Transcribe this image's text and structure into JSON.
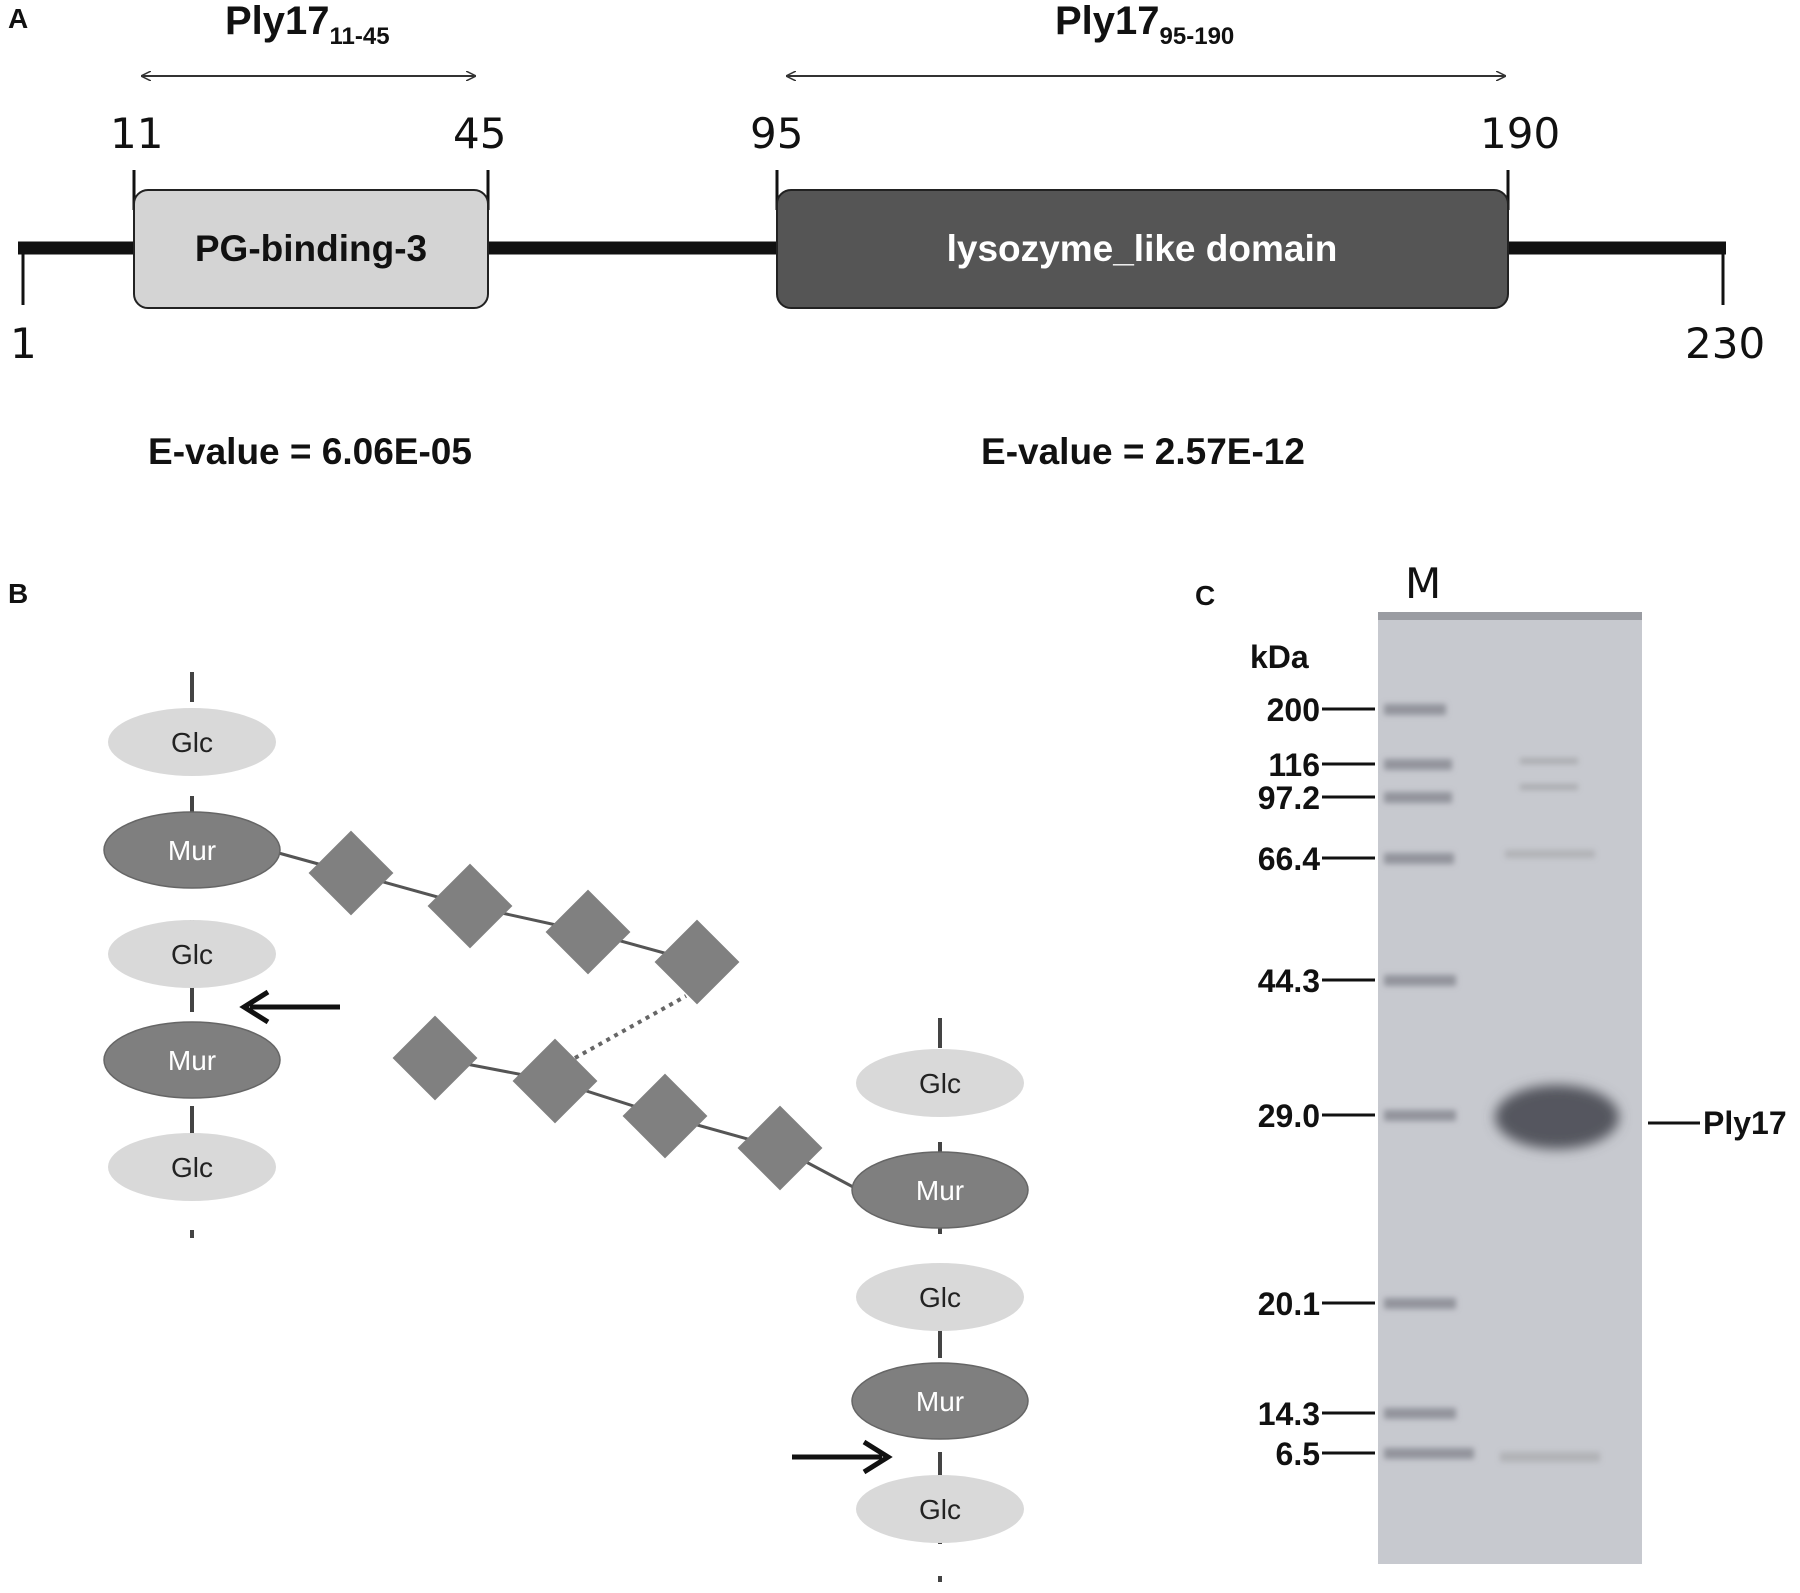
{
  "panel_a": {
    "label": "A",
    "region1": {
      "name": "Ply17",
      "sub": "11-45"
    },
    "region2": {
      "name": "Ply17",
      "sub": "95-190"
    },
    "pos_11": "11",
    "pos_45": "45",
    "pos_95": "95",
    "pos_190": "190",
    "pos_1": "1",
    "pos_230": "230",
    "domain1_label": "PG-binding-3",
    "domain2_label": "lysozyme_like domain",
    "evalue1": "E-value = 6.06E-05",
    "evalue2": "E-value = 2.57E-12",
    "colors": {
      "domain1_fill": "#d4d4d4",
      "domain2_fill": "#555555",
      "backbone": "#111111"
    }
  },
  "panel_b": {
    "label": "B",
    "left_chain": [
      "Glc",
      "Mur",
      "Glc",
      "Mur",
      "Glc"
    ],
    "right_chain": [
      "Glc",
      "Mur",
      "Glc",
      "Mur",
      "Glc"
    ],
    "colors": {
      "glc_fill": "#d9d9d9",
      "mur_fill": "#7f7f7f",
      "peptide_fill": "#808080",
      "glc_text": "#222222",
      "mur_text": "#ffffff"
    }
  },
  "panel_c": {
    "label": "C",
    "lane_label": "M",
    "unit": "kDa",
    "markers": [
      "200",
      "116",
      "97.2",
      "66.4",
      "44.3",
      "29.0",
      "20.1",
      "14.3",
      "6.5"
    ],
    "band_label": "Ply17",
    "colors": {
      "gel_bg": "#c7c9cf",
      "band": "#55575f"
    }
  }
}
